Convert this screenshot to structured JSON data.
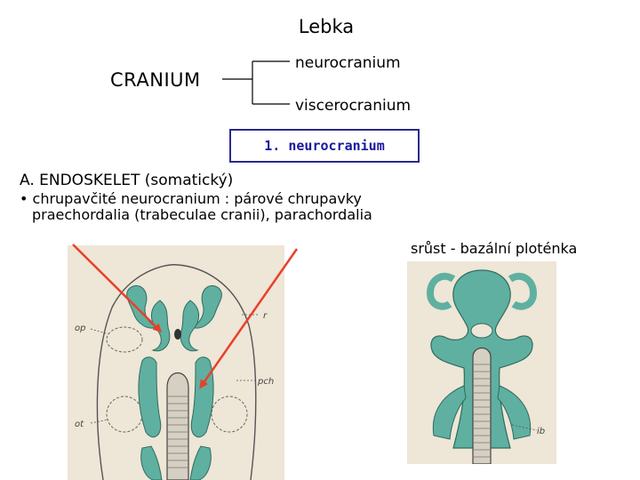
{
  "header": {
    "title": "Lebka"
  },
  "tree": {
    "root": "CRANIUM",
    "branches": [
      "neurocranium",
      "viscerocranium"
    ]
  },
  "section_box": {
    "label": "1. neurocranium"
  },
  "body": {
    "heading": "A. ENDOSKELET (somatický)",
    "bullet_line1": "• chrupavčité neurocranium : párové chrupavky",
    "bullet_line2": "praechordalia (trabeculae cranii), parachordalia"
  },
  "right_figure": {
    "caption": "srůst - bazální ploténka"
  },
  "left_figure": {
    "labels": [
      "op",
      "r",
      "pch",
      "ot"
    ]
  },
  "right_figure_labels": [
    "ib"
  ],
  "colors": {
    "cartilage": "#5fb0a0",
    "arrow": "#e8402a",
    "box_border": "#2a2a8a",
    "box_text": "#1a1a9e",
    "photo_paper": "#eee6d6"
  }
}
